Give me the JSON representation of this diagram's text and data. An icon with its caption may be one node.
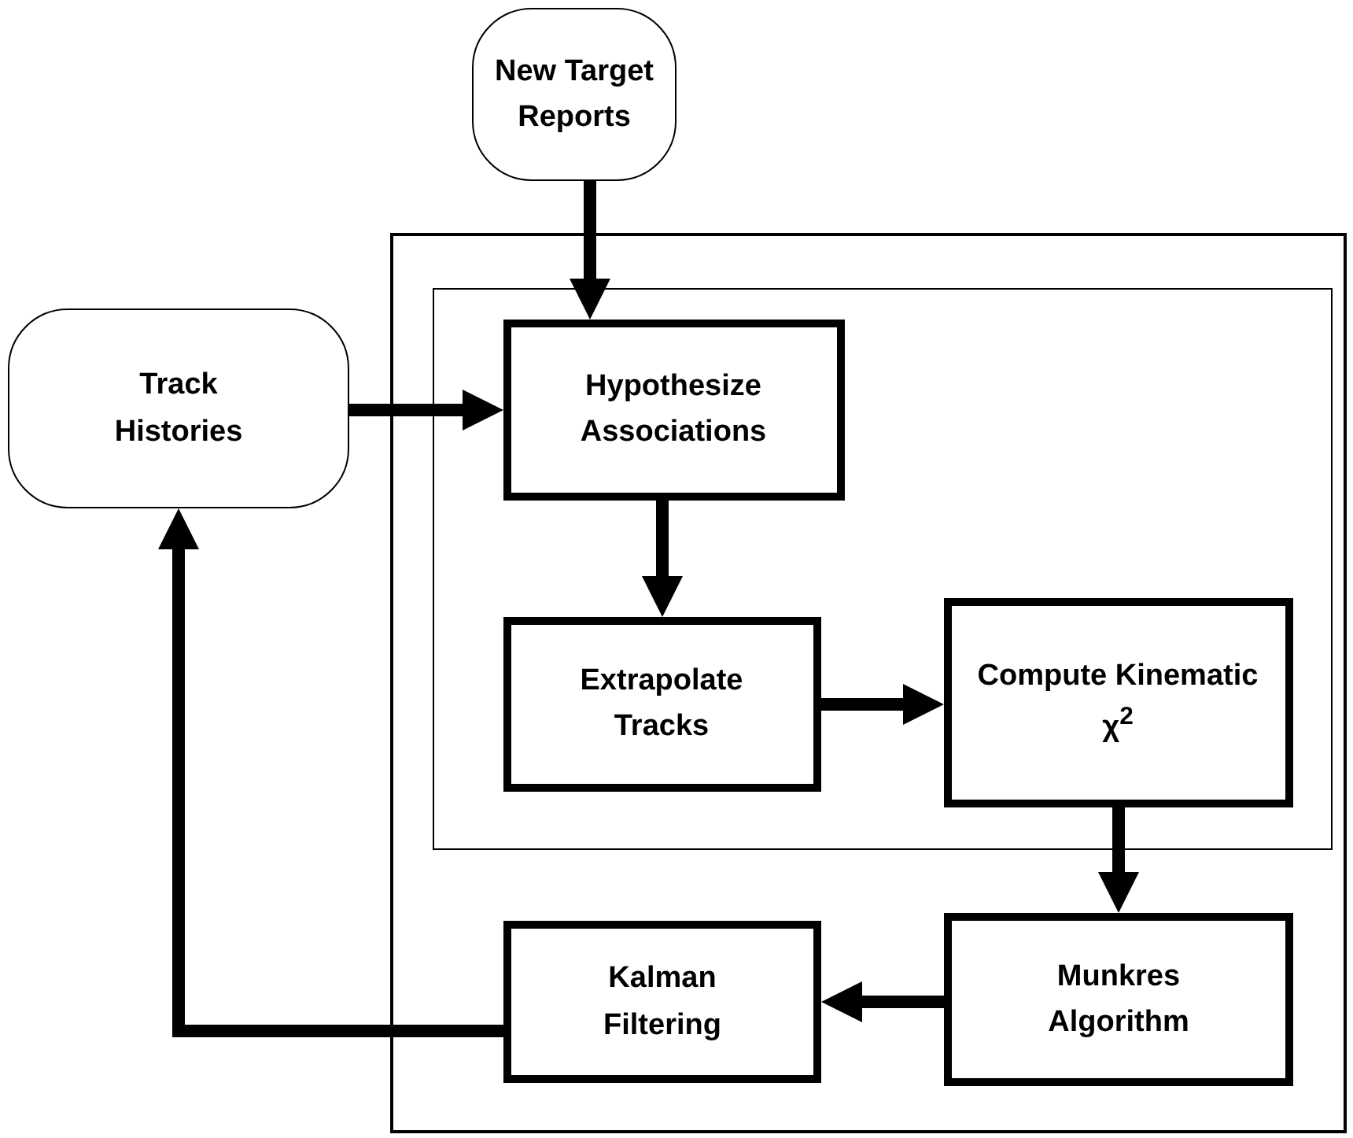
{
  "diagram": {
    "nodes": [
      {
        "text": [
          "New Target Reports"
        ]
      },
      {
        "text": [
          "Track Histories"
        ]
      },
      {
        "text": [],
        "shape": "box"
      },
      {
        "text": [],
        "shape": "box",
        "in": 2
      },
      {
        "text": [
          "Hypothesize Associations"
        ],
        "in": 3
      },
      {
        "text": [
          "Extrapolate Tracks"
        ],
        "in": 3
      },
      {
        "text": [
          "Compute Kinematic χ$^{2}$"
        ],
        "in": 3
      },
      {
        "text": [
          "Munkres Algorithm"
        ],
        "in": 2
      },
      {
        "text": [
          "Kalman Filtering"
        ],
        "in": 2
      }
    ],
    "edges": [
      {
        "from": 0,
        "to": 4,
        "arrow": "to"
      },
      {
        "from": 1,
        "to": 4,
        "arrow": "to"
      },
      {
        "from": 4,
        "to": 5,
        "arrow": "to"
      },
      {
        "from": 5,
        "to": 6,
        "arrow": "to"
      },
      {
        "from": 6,
        "to": 7,
        "arrow": "to"
      },
      {
        "from": 7,
        "to": 8,
        "arrow": "to"
      },
      {
        "from": 8,
        "to": 1,
        "arrow": "to"
      }
    ]
  }
}
